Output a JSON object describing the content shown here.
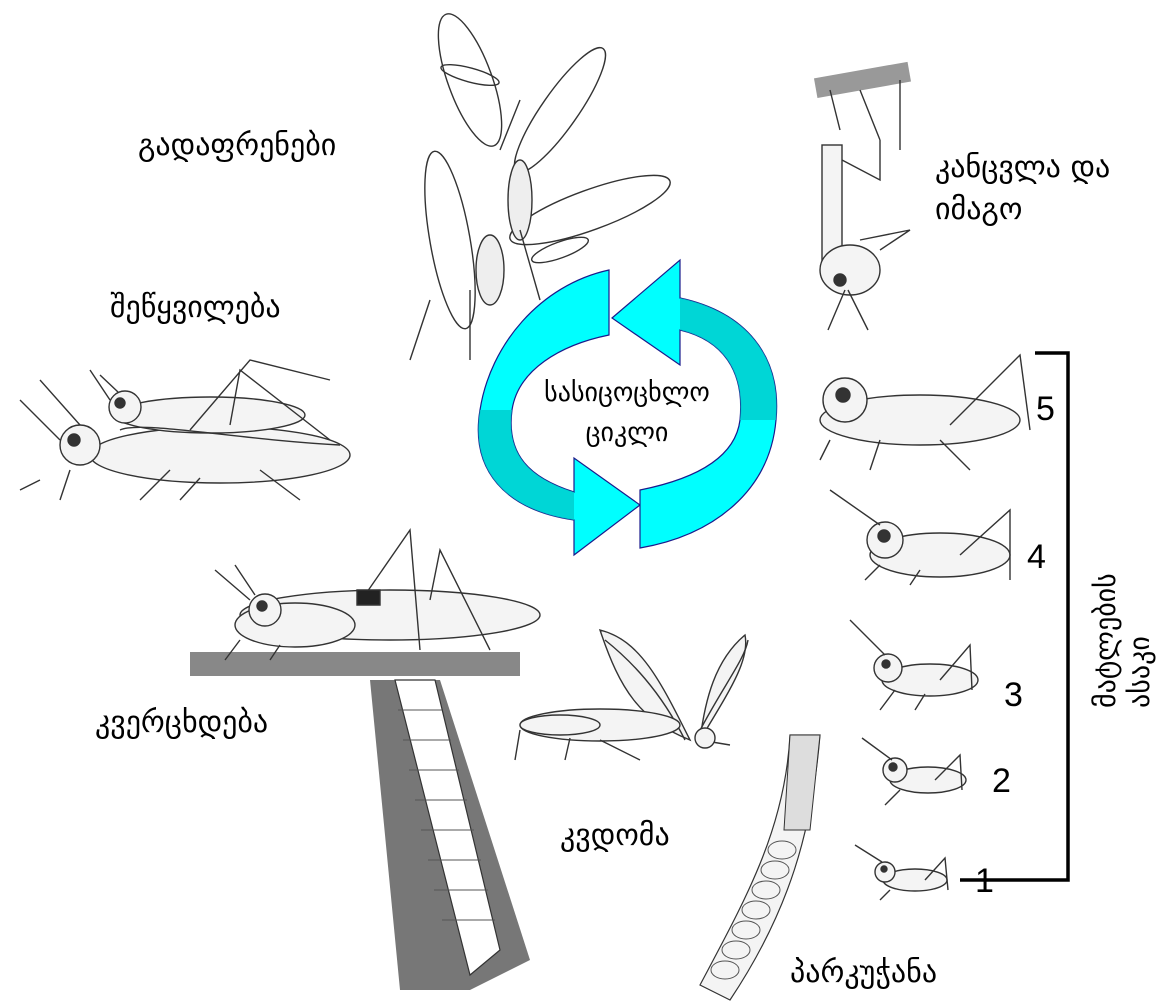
{
  "labels": {
    "flight": "გადაფრენები",
    "molt": "კანცვლა და",
    "imago": "იმაგო",
    "mating": "შეწყვილება",
    "center_line1": "სასიცოცხლო",
    "center_line2": "ციკლი",
    "oviposition": "კვერცხდება",
    "fledge": "კვდომა",
    "egg_pod": "პარკუჭანა",
    "nymph_stage_line1": "მატლების",
    "nymph_stage_line2": "ასაკი"
  },
  "stages": [
    "5",
    "4",
    "3",
    "2",
    "1"
  ],
  "colors": {
    "arrow_light": "#00ffff",
    "arrow_dark": "#00cccc",
    "arrow_outline": "#1a1a8c",
    "line": "#000000"
  }
}
